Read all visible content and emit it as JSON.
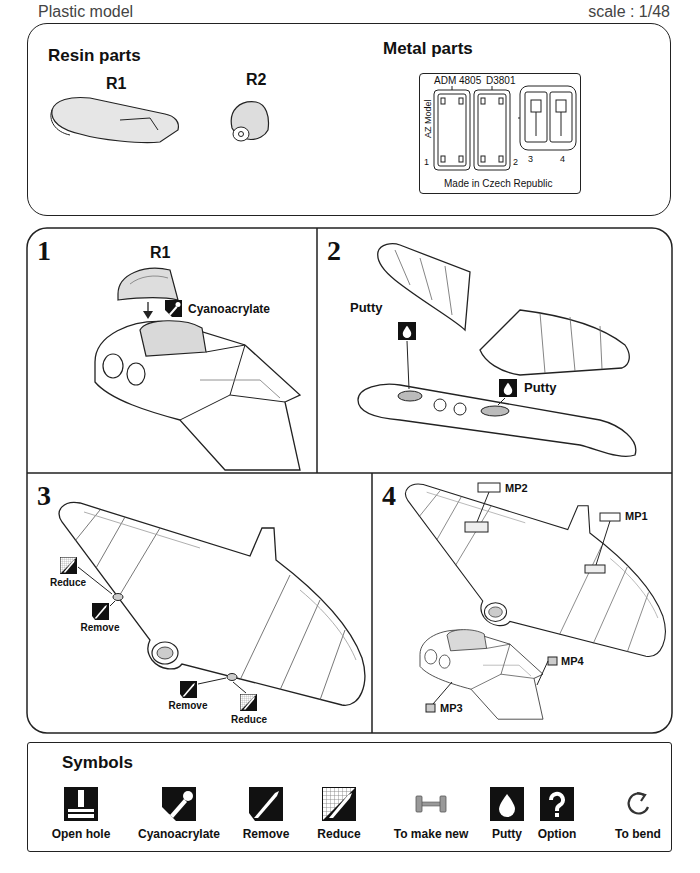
{
  "diagram": {
    "nodes": [
      {
        "text": [
          "Resin parts",
          "Metal parts"
        ]
      },
      {
        "text": [
          "ADM 4805",
          "D3801",
          "AZ Model",
          "Made in Czech Republic"
        ],
        "in": 0
      },
      {
        "text": [
          "1"
        ]
      },
      {
        "text": [
          "2"
        ]
      },
      {
        "text": [
          "3"
        ]
      },
      {
        "text": [
          "4"
        ]
      },
      {
        "text": [
          "Symbols"
        ]
      }
    ],
    "labels": [
      "Plastic model",
      "scale : 1/48",
      "R1",
      "R2",
      "1",
      "2",
      "3",
      "4",
      "R1",
      "Cyanoacrylate",
      "Putty",
      "Putty",
      "Reduce",
      "Remove",
      "Remove",
      "Reduce",
      "MP2",
      "MP1",
      "MP4",
      "MP3"
    ],
    "legend": [
      {
        "text": "Open hole"
      },
      {
        "text": "Cyanoacrylate"
      },
      {
        "text": "Remove"
      },
      {
        "text": "Reduce"
      },
      {
        "text": "To make new"
      },
      {
        "text": "Putty"
      },
      {
        "text": "Option"
      },
      {
        "text": "To bend"
      }
    ]
  }
}
